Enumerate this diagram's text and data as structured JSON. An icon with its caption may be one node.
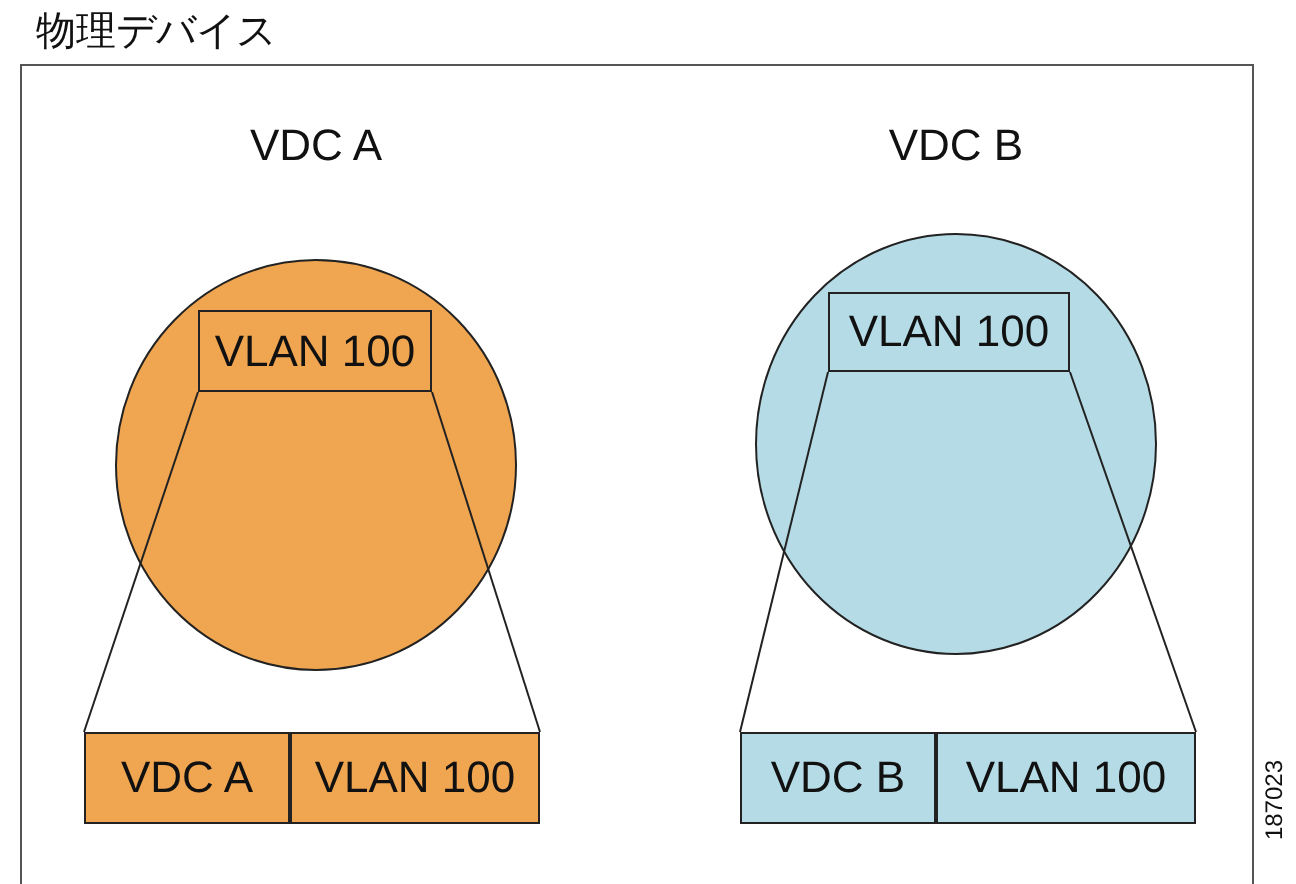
{
  "diagram": {
    "nodes": [
      {
        "text": [
          "物理デバイス"
        ]
      },
      {
        "text": [
          "VDC A"
        ],
        "in": 0
      },
      {
        "text": [
          "VLAN 100"
        ],
        "in": 1
      },
      {
        "text": [
          "VDC B"
        ],
        "in": 0
      },
      {
        "text": [
          "VLAN 100"
        ],
        "in": 3
      },
      {
        "text": [
          "VDC A"
        ],
        "in": 0
      },
      {
        "text": [
          "VLAN 100"
        ],
        "in": 0
      },
      {
        "text": [
          "VDC B"
        ],
        "in": 0
      },
      {
        "text": [
          "VLAN 100"
        ],
        "in": 0
      }
    ],
    "edges": [
      {
        "from": 2,
        "to": 5,
        "arrow": "none"
      },
      {
        "from": 2,
        "to": 6,
        "arrow": "none"
      },
      {
        "from": 4,
        "to": 7,
        "arrow": "none"
      },
      {
        "from": 4,
        "to": 8,
        "arrow": "none"
      }
    ],
    "labels": [
      "187023"
    ]
  }
}
